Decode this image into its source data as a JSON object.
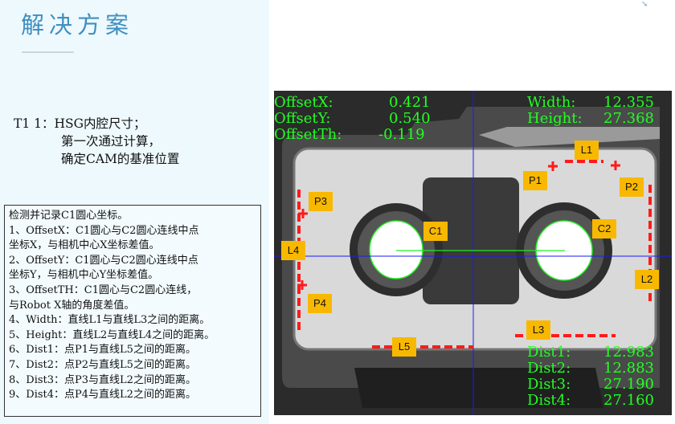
{
  "slide": {
    "title": "解决方案",
    "t1_lines": [
      "T1 1：HSG内腔尺寸；",
      "第一次通过计算，",
      "确定CAM的基准位置"
    ],
    "description": [
      "检测并记录C1圆心坐标。",
      "1、OffsetX：C1圆心与C2圆心连线中点",
      "坐标X，与相机中心X坐标差值。",
      "2、OffsetY：C1圆心与C2圆心连线中点",
      "坐标Y，与相机中心Y坐标差值。",
      "3、OffsetTH：C1圆心与C2圆心连线，",
      "与Robot X轴的角度差值。",
      "4、Width：直线L1与直线L3之间的距离。",
      "5、Height：直线L2与直线L4之间的距离。",
      "6、Dist1：点P1与直线L5之间的距离。",
      "7、Dist2：点P2与直线L5之间的距离。",
      "8、Dist3：点P3与直线L2之间的距离。",
      "9、Dist4：点P4与直线L2之间的距离。"
    ]
  },
  "inspection": {
    "offsets": [
      {
        "label": "OffsetX:",
        "value": "0.421"
      },
      {
        "label": "OffsetY:",
        "value": "0.540"
      },
      {
        "label": "OffsetTh:",
        "value": "-0.119"
      }
    ],
    "size": [
      {
        "label": "Width:",
        "value": "12.355"
      },
      {
        "label": "Height:",
        "value": "27.368"
      }
    ],
    "dists": [
      {
        "label": "Dist1:",
        "value": "12.983"
      },
      {
        "label": "Dist2:",
        "value": "12.883"
      },
      {
        "label": "Dist3:",
        "value": "27.190"
      },
      {
        "label": "Dist4:",
        "value": "27.160"
      }
    ],
    "markers": {
      "L1": "L1",
      "L2": "L2",
      "L3": "L3",
      "L4": "L4",
      "L5": "L5",
      "P1": "P1",
      "P2": "P2",
      "P3": "P3",
      "P4": "P4",
      "C1": "C1",
      "C2": "C2"
    },
    "colors": {
      "text": "#22ff22",
      "label_bg": "#f9b800",
      "line": "#ff1a1a",
      "crosshair": "#1a1aff"
    }
  }
}
